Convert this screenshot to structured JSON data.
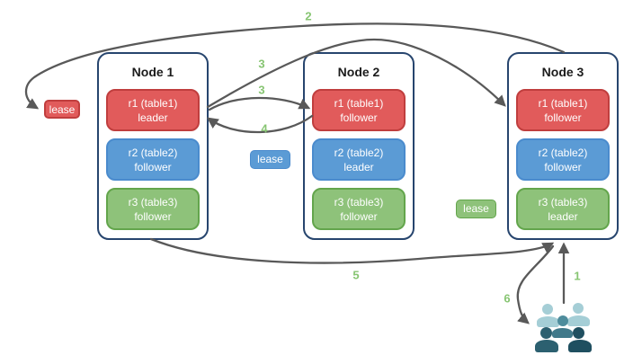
{
  "nodes": [
    {
      "title": "Node 1",
      "replicas": [
        {
          "label": "r1 (table1)",
          "role": "leader",
          "color_key": "red"
        },
        {
          "label": "r2 (table2)",
          "role": "follower",
          "color_key": "blue"
        },
        {
          "label": "r3 (table3)",
          "role": "follower",
          "color_key": "green"
        }
      ]
    },
    {
      "title": "Node 2",
      "replicas": [
        {
          "label": "r1 (table1)",
          "role": "follower",
          "color_key": "red"
        },
        {
          "label": "r2 (table2)",
          "role": "leader",
          "color_key": "blue"
        },
        {
          "label": "r3 (table3)",
          "role": "follower",
          "color_key": "green"
        }
      ]
    },
    {
      "title": "Node 3",
      "replicas": [
        {
          "label": "r1 (table1)",
          "role": "follower",
          "color_key": "red"
        },
        {
          "label": "r2 (table2)",
          "role": "follower",
          "color_key": "blue"
        },
        {
          "label": "r3 (table3)",
          "role": "leader",
          "color_key": "green"
        }
      ]
    }
  ],
  "leases": [
    {
      "label": "lease",
      "color_key": "red"
    },
    {
      "label": "lease",
      "color_key": "blue"
    },
    {
      "label": "lease",
      "color_key": "green"
    }
  ],
  "step_labels": {
    "s1": "1",
    "s2": "2",
    "s3a": "3",
    "s3b": "3",
    "s4": "4",
    "s5": "5",
    "s6": "6"
  },
  "icons": {
    "users_group": "users-group-icon"
  },
  "colors": {
    "red_fill": "#e15b5b",
    "red_border": "#c03e3e",
    "blue_fill": "#5b9bd5",
    "blue_border": "#4a8bcd",
    "green_fill": "#8ec27a",
    "green_border": "#63a54c",
    "node_border": "#27456e",
    "arrow": "#595959",
    "label_green": "#87c572"
  }
}
